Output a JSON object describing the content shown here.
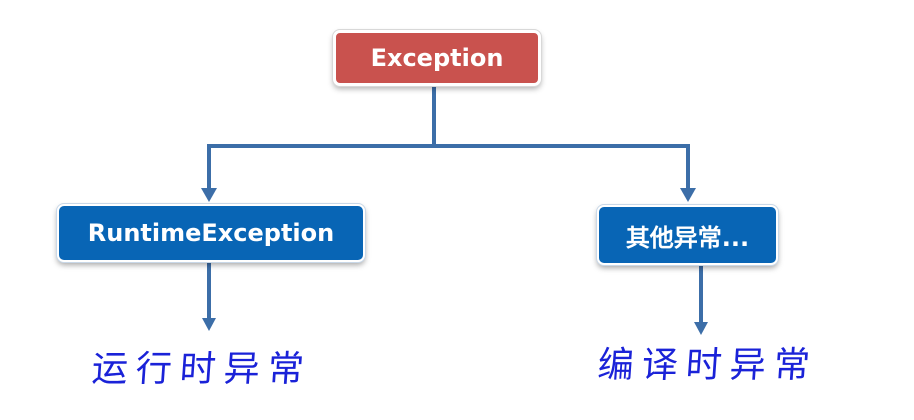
{
  "diagram": {
    "root": {
      "label": "Exception"
    },
    "children": [
      {
        "label": "RuntimeException",
        "annotation": "运行时异常"
      },
      {
        "label": "其他异常...",
        "annotation": "编译时异常"
      }
    ]
  },
  "colors": {
    "root_fill": "#c9524e",
    "child_fill": "#0865b5",
    "connector": "#3c6ea8",
    "annotation_text": "#1a22d8"
  }
}
